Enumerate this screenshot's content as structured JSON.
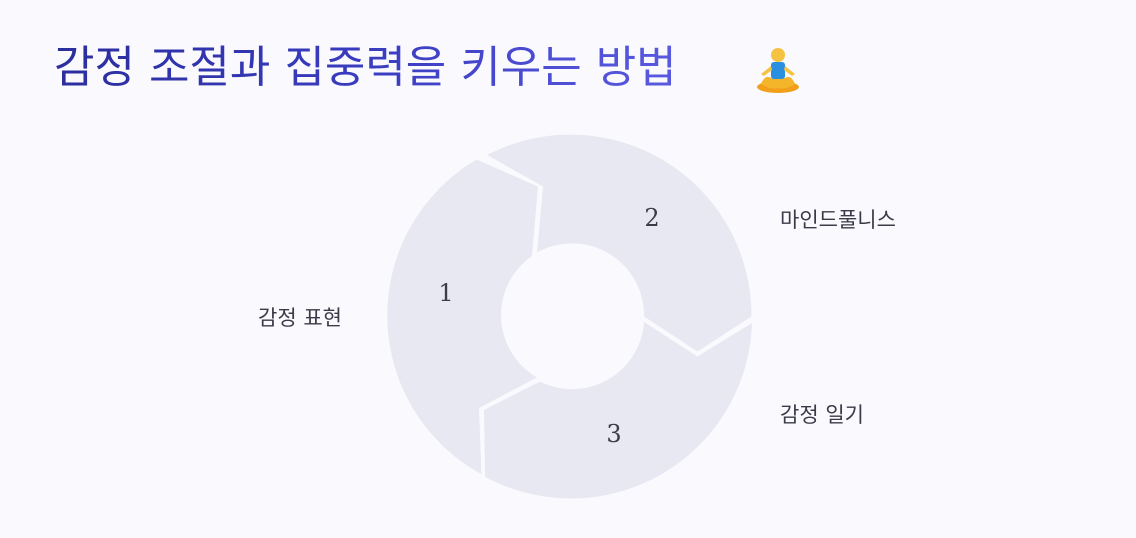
{
  "title": "감정 조절과 집중력을 키우는 방법",
  "title_icon": "person-in-lotus-position-icon",
  "colors": {
    "segment": "#e8e8f2",
    "background": "#fafafe",
    "title": "#3436b0"
  },
  "steps": [
    {
      "number": "1",
      "label": "감정 표현"
    },
    {
      "number": "2",
      "label": "마인드풀니스"
    },
    {
      "number": "3",
      "label": "감정 일기"
    }
  ]
}
